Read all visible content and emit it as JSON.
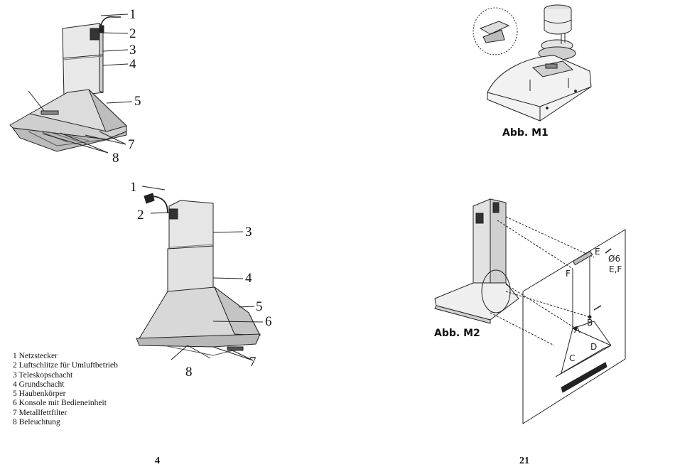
{
  "left_page": {
    "fig1_callouts": [
      "1",
      "2",
      "3",
      "4",
      "5",
      "7",
      "8"
    ],
    "fig2_callouts": [
      "1",
      "2",
      "3",
      "4",
      "5",
      "6",
      "7",
      "8"
    ],
    "legend": [
      "1  Netzstecker",
      "2  Luftschlitze für Umluftbetrieb",
      "3  Teleskopschacht",
      "4  Grundschacht",
      "5  Haubenkörper",
      "6  Konsole mit Bedieneinheit",
      "7  Metallfettfilter",
      "8  Beleuchtung"
    ],
    "page_number": "4"
  },
  "right_page": {
    "m1_caption": "Abb. M1",
    "m2_caption": "Abb. M2",
    "m2_labels": {
      "e": "E",
      "f": "F",
      "diameter": "Ø6",
      "ef": "E,F",
      "a": "A",
      "b": "B",
      "c": "C",
      "d": "D"
    },
    "page_number": "21"
  }
}
